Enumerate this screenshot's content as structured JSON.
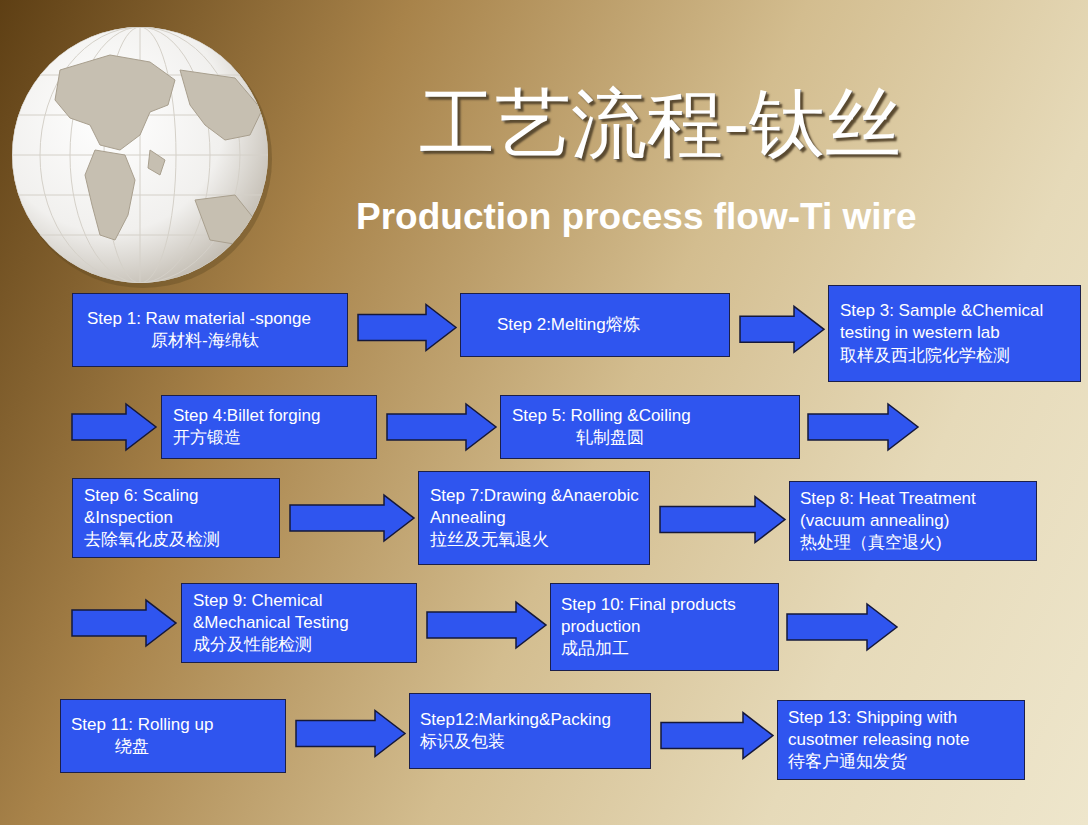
{
  "diagram": {
    "title": "工艺流程-钛丝",
    "nodes": [
      {
        "text": [
          "Step 1: Raw material -sponge",
          "原材料-海绵钛"
        ]
      },
      {
        "text": [
          "Step 2:Melting熔炼"
        ]
      },
      {
        "text": [
          "Step 3: Sample &Chemical testing in western lab",
          "取样及西北院化学检测"
        ]
      },
      {
        "text": [
          "Step 4:Billet forging",
          "开方锻造"
        ]
      },
      {
        "text": [
          "Step 5: Rolling &Coiling",
          "轧制盘圆"
        ]
      },
      {
        "text": [
          "Step 6: Scaling &Inspection",
          "去除氧化皮及检测"
        ]
      },
      {
        "text": [
          "Step 7:Drawing &Anaerobic Annealing",
          "拉丝及无氧退火"
        ]
      },
      {
        "text": [
          "Step 8: Heat Treatment (vacuum annealing)",
          "热处理（真空退火)"
        ]
      },
      {
        "text": [
          "Step 9: Chemical &Mechanical Testing",
          "成分及性能检测"
        ]
      },
      {
        "text": [
          "Step 10: Final products production",
          "成品加工"
        ]
      },
      {
        "text": [
          "Step 11: Rolling up",
          "绕盘"
        ]
      },
      {
        "text": [
          "Step12:Marking&Packing",
          "标识及包装"
        ]
      },
      {
        "text": [
          "Step 13: Shipping with cusotmer releasing note",
          "待客户通知发货"
        ]
      }
    ],
    "edges": [
      {
        "from": 0,
        "to": 1,
        "arrow": "to"
      },
      {
        "from": 1,
        "to": 2,
        "arrow": "to"
      },
      {
        "from": 2,
        "to": 3,
        "arrow": "to"
      },
      {
        "from": 3,
        "to": 4,
        "arrow": "to"
      },
      {
        "from": 4,
        "to": 5,
        "arrow": "to"
      },
      {
        "from": 5,
        "to": 6,
        "arrow": "to"
      },
      {
        "from": 6,
        "to": 7,
        "arrow": "to"
      },
      {
        "from": 7,
        "to": 8,
        "arrow": "to"
      },
      {
        "from": 8,
        "to": 9,
        "arrow": "to"
      },
      {
        "from": 9,
        "to": 10,
        "arrow": "to"
      },
      {
        "from": 10,
        "to": 11,
        "arrow": "to"
      },
      {
        "from": 11,
        "to": 12,
        "arrow": "to"
      }
    ],
    "labels": [
      "Production process flow-Ti wire"
    ]
  }
}
